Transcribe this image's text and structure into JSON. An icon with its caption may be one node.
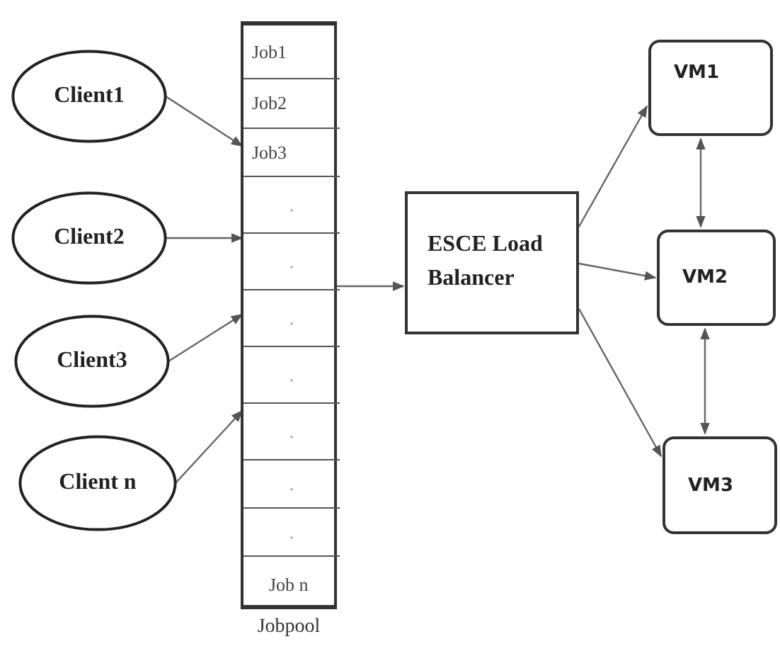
{
  "diagram": {
    "nodes": [
      {
        "text": [
          "Client1"
        ]
      },
      {
        "text": [
          "Client2"
        ]
      },
      {
        "text": [
          "Client3"
        ]
      },
      {
        "text": [
          "Client n"
        ]
      },
      {
        "text": [
          "Jobpool"
        ]
      },
      {
        "text": [
          "Job1"
        ],
        "in": 4
      },
      {
        "text": [
          "Job2"
        ],
        "in": 4
      },
      {
        "text": [
          "Job3"
        ],
        "in": 4
      },
      {
        "text": [
          "."
        ],
        "in": 4
      },
      {
        "text": [
          "."
        ],
        "in": 4
      },
      {
        "text": [
          "."
        ],
        "in": 4
      },
      {
        "text": [
          "."
        ],
        "in": 4
      },
      {
        "text": [
          "."
        ],
        "in": 4
      },
      {
        "text": [
          "."
        ],
        "in": 4
      },
      {
        "text": [
          "."
        ],
        "in": 4
      },
      {
        "text": [
          "Job n"
        ],
        "in": 4
      },
      {
        "text": [
          "ESCE Load Balancer"
        ]
      },
      {
        "text": [
          "VM1"
        ]
      },
      {
        "text": [
          "VM2"
        ]
      },
      {
        "text": [
          "VM3"
        ]
      }
    ],
    "edges": [
      {
        "from": 0,
        "to": 7,
        "arrow": "to"
      },
      {
        "from": 1,
        "to": 9,
        "arrow": "to"
      },
      {
        "from": 2,
        "to": 10,
        "arrow": "to"
      },
      {
        "from": 3,
        "to": 12,
        "arrow": "to"
      },
      {
        "from": 4,
        "to": 16,
        "arrow": "to"
      },
      {
        "from": 16,
        "to": 17,
        "arrow": "to"
      },
      {
        "from": 16,
        "to": 18,
        "arrow": "to"
      },
      {
        "from": 16,
        "to": 19,
        "arrow": "to"
      },
      {
        "from": 17,
        "to": 18,
        "arrow": "both"
      },
      {
        "from": 18,
        "to": 19,
        "arrow": "both"
      }
    ]
  }
}
